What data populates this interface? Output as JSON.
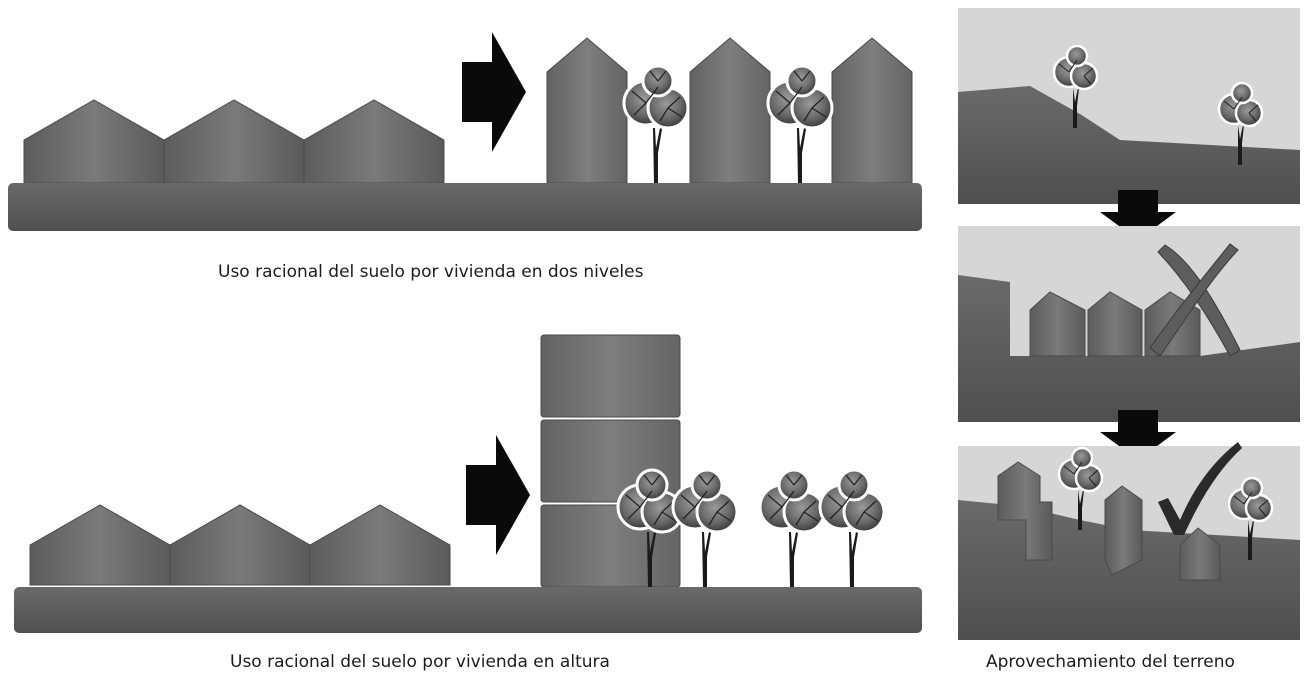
{
  "captions": {
    "top": "Uso racional del suelo por vivienda en dos niveles",
    "bottom": "Uso racional del suelo por vivienda en altura",
    "right": "Aprovechamiento del terreno"
  },
  "colors": {
    "ground": "#5f5f5f",
    "house": "#6e6e6e",
    "tower": "#727272",
    "sky": "#d6d6d6",
    "arrow": "#0a0a0a"
  },
  "icons": {
    "cross": "x-mark-icon",
    "check": "check-mark-icon"
  }
}
